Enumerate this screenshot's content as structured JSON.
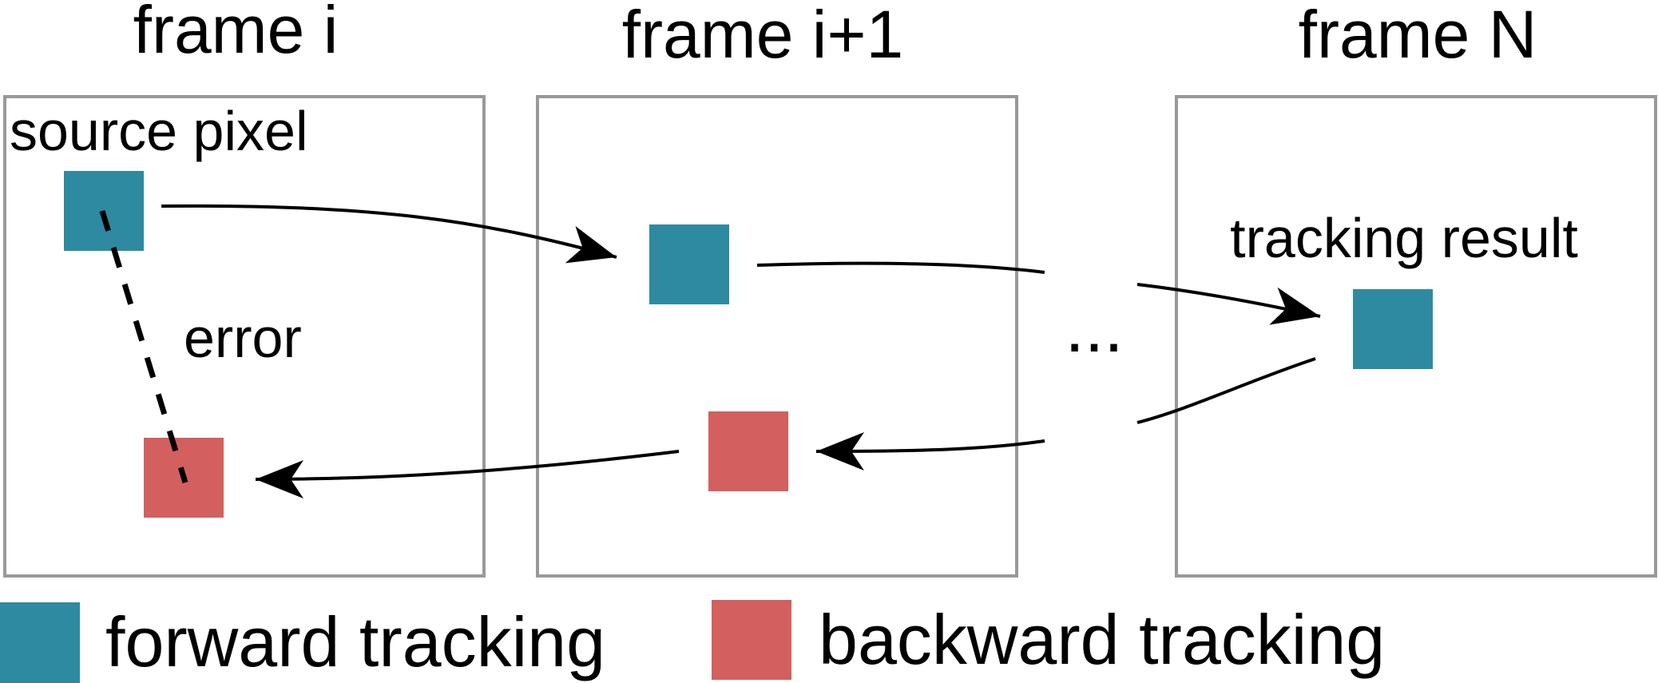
{
  "colors": {
    "forward": "#2e8aa1",
    "backward": "#d45f5f",
    "frame_border": "#999999",
    "line": "#000000"
  },
  "frames": {
    "first": {
      "title": "frame i",
      "source_label": "source pixel",
      "error_label": "error"
    },
    "second": {
      "title": "frame i+1"
    },
    "last": {
      "title": "frame N",
      "result_label": "tracking result"
    }
  },
  "ellipsis": "...",
  "legend": {
    "forward_label": "forward tracking",
    "backward_label": "backward tracking"
  }
}
